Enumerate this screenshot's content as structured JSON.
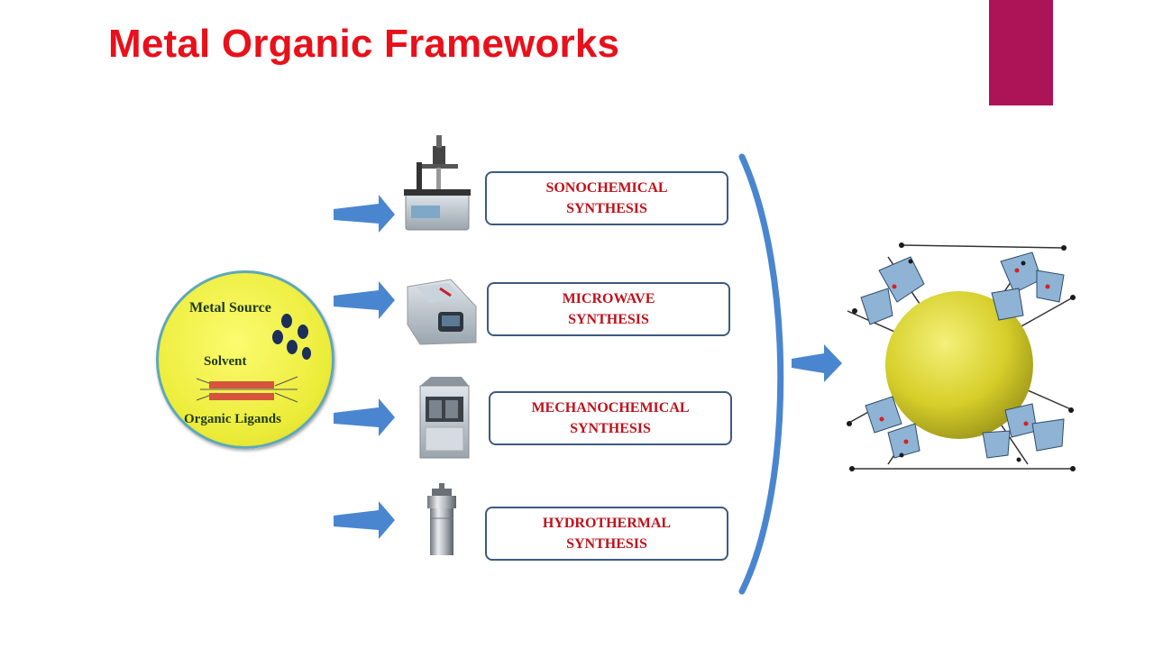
{
  "slide": {
    "title": "Metal Organic Frameworks",
    "accent_color": "#ad1457",
    "title_color": "#e8101a",
    "arrow_color": "#4a86d0"
  },
  "source": {
    "metal_source": "Metal Source",
    "solvent": "Solvent",
    "organic_ligands": "Organic Ligands"
  },
  "methods": [
    {
      "line1": "SONOCHEMICAL",
      "line2": "SYNTHESIS",
      "icon": "sonicator-icon"
    },
    {
      "line1": "MICROWAVE",
      "line2": "SYNTHESIS",
      "icon": "microwave-reactor-icon"
    },
    {
      "line1": "MECHANOCHEMICAL",
      "line2": "SYNTHESIS",
      "icon": "ball-mill-icon"
    },
    {
      "line1": "HYDROTHERMAL",
      "line2": "SYNTHESIS",
      "icon": "autoclave-icon"
    }
  ],
  "product": {
    "icon": "mof-structure-icon"
  }
}
